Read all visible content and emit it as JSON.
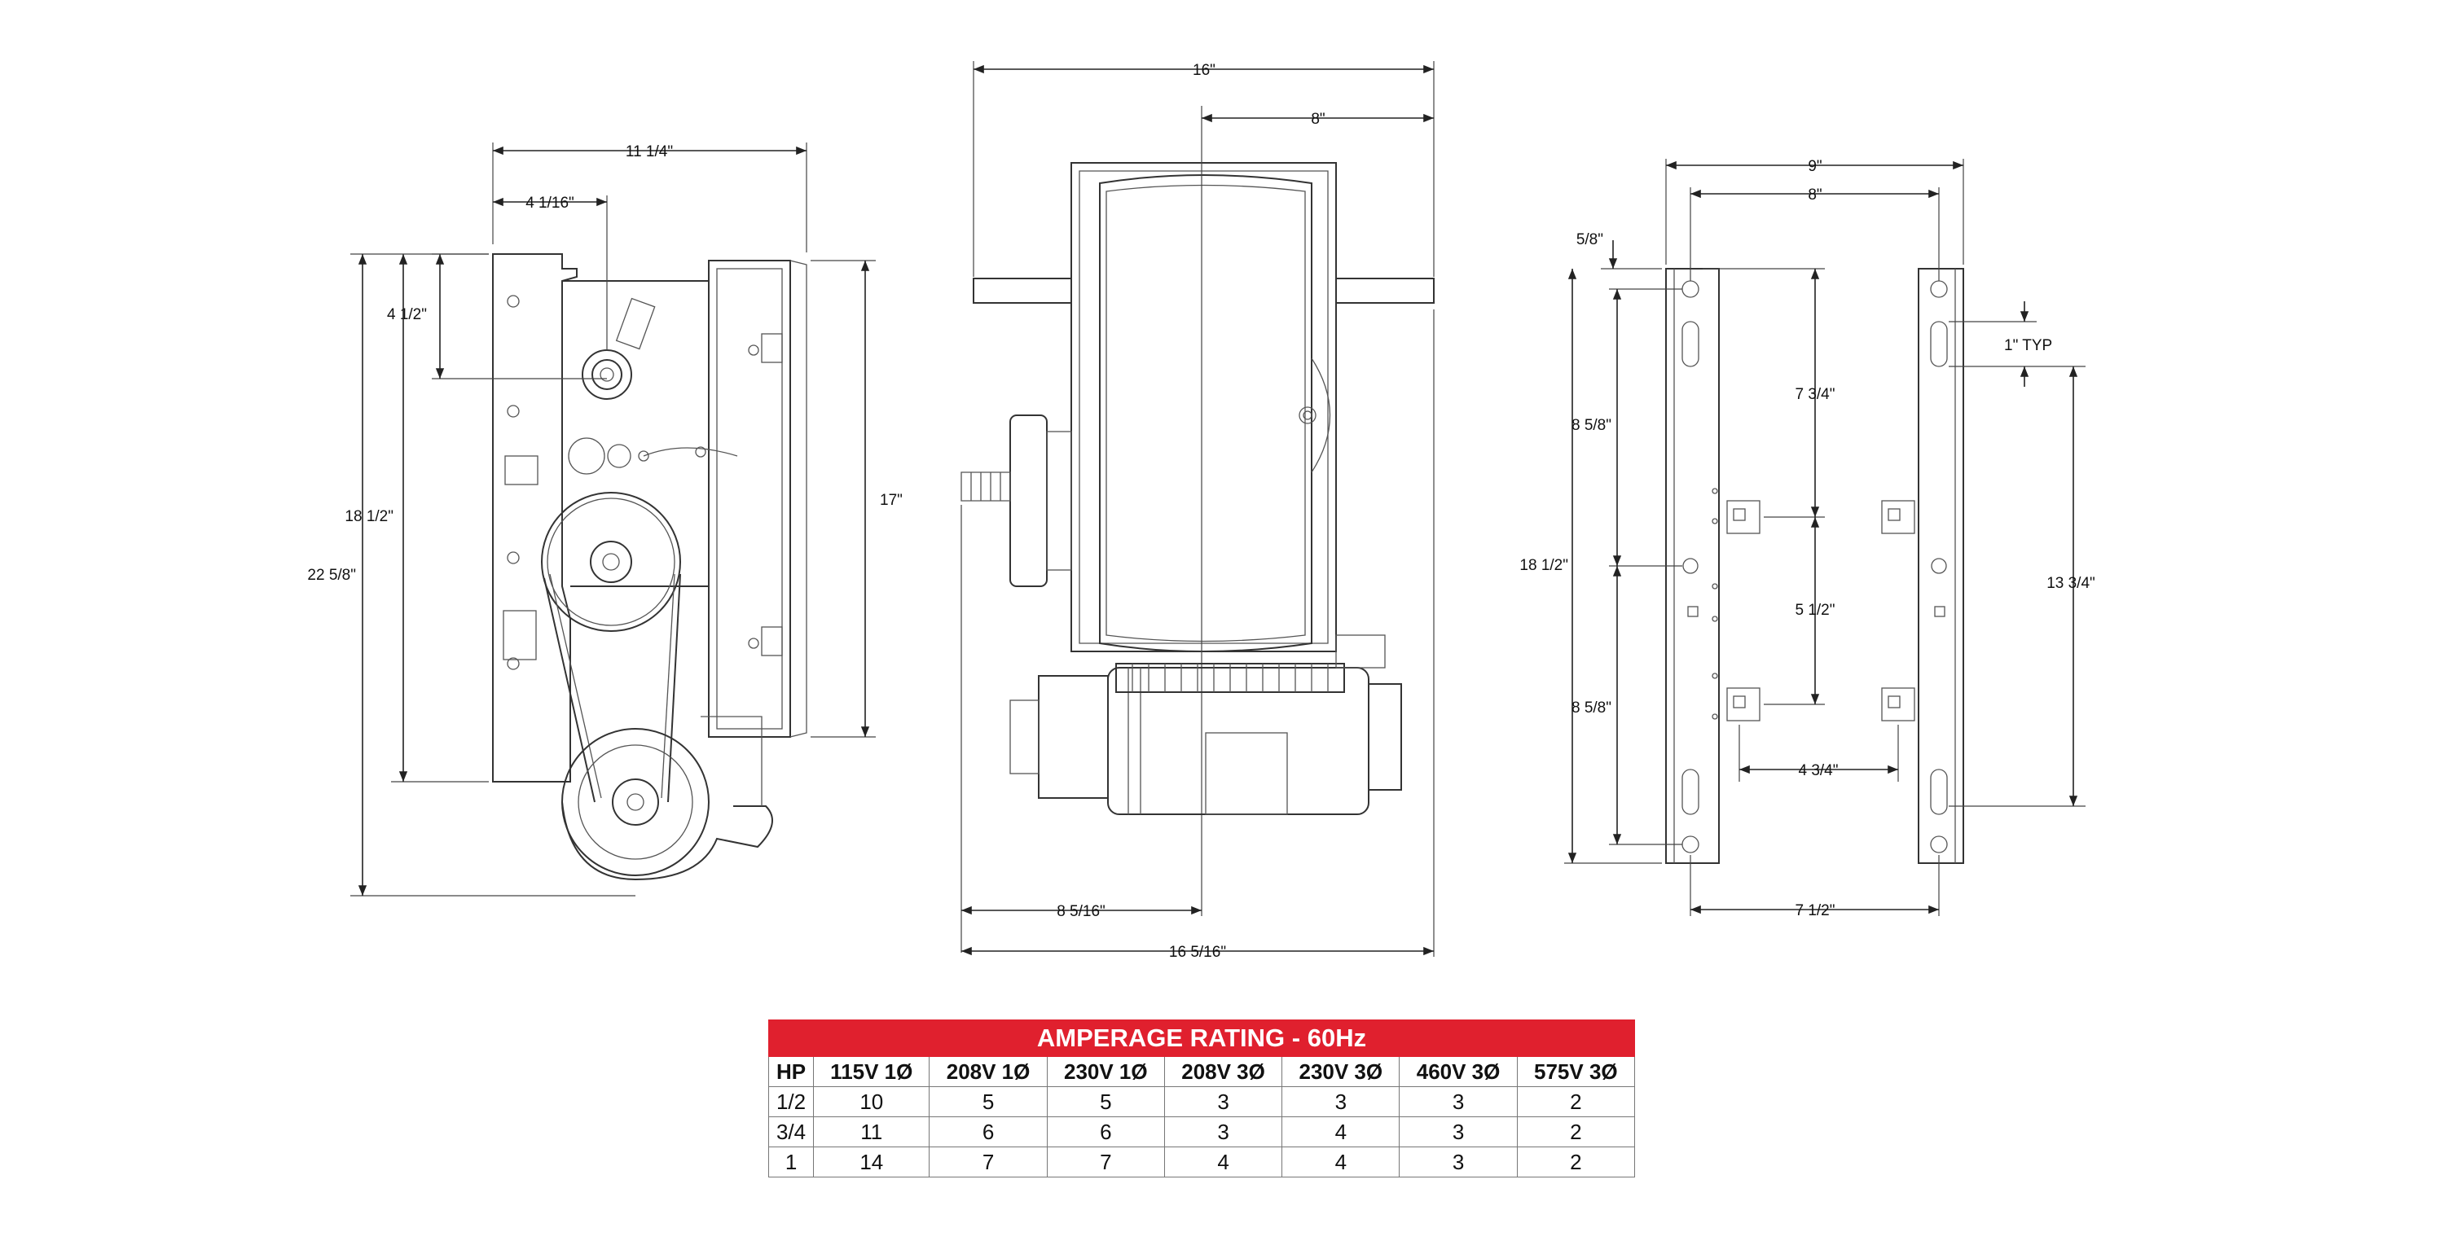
{
  "side_view": {
    "dims": {
      "width": "11 1/4\"",
      "shaft_offset": "4 1/16\"",
      "shaft_drop": "4 1/2\"",
      "overall_height": "22 5/8\"",
      "body_height": "18 1/2\"",
      "cover_height": "17\""
    }
  },
  "front_view": {
    "dims": {
      "overall_width": "16\"",
      "half_width": "8\"",
      "left_offset": "8 5/16\"",
      "base_width": "16 5/16\""
    }
  },
  "bracket_view": {
    "dims": {
      "outer_width": "9\"",
      "inner_width": "8\"",
      "top_offset": "5/8\"",
      "upper_span": "8 5/8\"",
      "total_height": "18 1/2\"",
      "lower_span": "8 5/8\"",
      "slot_span": "7 3/4\"",
      "middle_span": "5 1/2\"",
      "slot_length": "1\" TYP",
      "right_span": "13 3/4\"",
      "hole_spacing": "4 3/4\"",
      "base_width": "7 1/2\""
    }
  },
  "amperage_table": {
    "title": "AMPERAGE RATING - 60Hz",
    "headers": [
      "HP",
      "115V 1Ø",
      "208V 1Ø",
      "230V 1Ø",
      "208V 3Ø",
      "230V 3Ø",
      "460V 3Ø",
      "575V 3Ø"
    ],
    "rows": [
      [
        "1/2",
        "10",
        "5",
        "5",
        "3",
        "3",
        "3",
        "2"
      ],
      [
        "3/4",
        "11",
        "6",
        "6",
        "3",
        "4",
        "3",
        "2"
      ],
      [
        "1",
        "14",
        "7",
        "7",
        "4",
        "4",
        "3",
        "2"
      ]
    ],
    "accent_color": "#e0202e"
  }
}
